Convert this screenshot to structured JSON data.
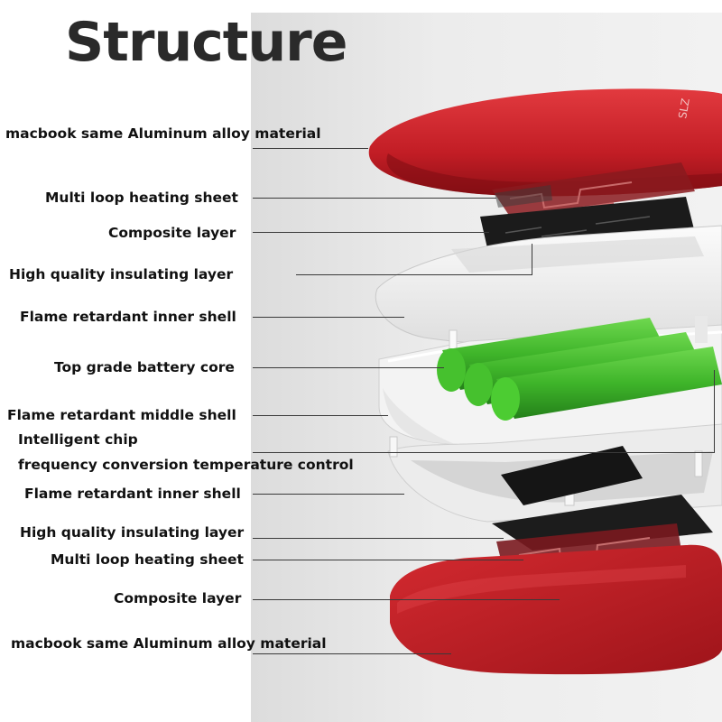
{
  "title": "Structure",
  "labels": [
    "macbook same Aluminum alloy material",
    "Multi loop heating sheet",
    "Composite layer",
    "High quality insulating layer",
    "Flame retardant inner shell",
    "Top grade battery core",
    "Flame retardant middle shell",
    "Intelligent chip",
    "frequency conversion temperature control",
    "Flame retardant inner shell",
    "High quality insulating layer",
    "Multi loop heating sheet",
    "Composite layer",
    "macbook same Aluminum alloy material"
  ],
  "colors": {
    "shell_red": "#c8202a",
    "battery_green": "#3fb52a",
    "inner_shell_white": "#f4f4f4",
    "composite_black": "#1a1a1a",
    "background_gray": "#e8e8e8"
  }
}
